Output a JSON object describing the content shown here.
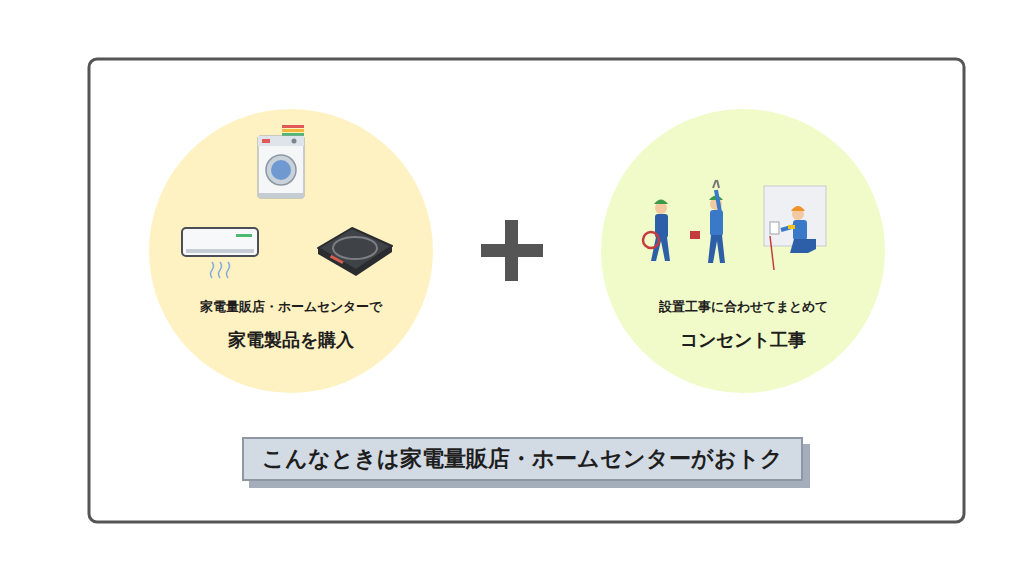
{
  "diagram": {
    "nodes": [
      {
        "text": [
          "家電量販店・ホームセンターで",
          "家電製品を購入"
        ]
      },
      {
        "text": [
          "設置工事に合わせてまとめて",
          "コンセント工事"
        ]
      },
      {
        "text": [
          "こんなときは家電量販店・ホームセンターがおトク"
        ]
      }
    ]
  }
}
